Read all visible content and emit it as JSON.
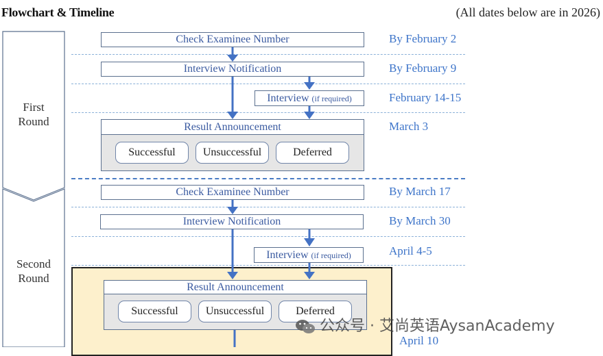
{
  "header": {
    "title": "Flowchart & Timeline",
    "note": "(All dates below are in 2026)"
  },
  "first_round": {
    "label_line1": "First",
    "label_line2": "Round",
    "check": "Check Examinee Number",
    "check_date": "By February 2",
    "notify": "Interview Notification",
    "notify_date": "By February 9",
    "interview": "Interview",
    "interview_note": "(if required)",
    "interview_date": "February 14-15",
    "result": "Result Announcement",
    "result_date": "March 3",
    "outcomes": [
      "Successful",
      "Unsuccessful",
      "Deferred"
    ]
  },
  "second_round": {
    "label_line1": "Second",
    "label_line2": "Round",
    "check": "Check Examinee Number",
    "check_date": "By March 17",
    "notify": "Interview Notification",
    "notify_date": "By March 30",
    "interview": "Interview",
    "interview_note": "(if required)",
    "interview_date": "April 4-5",
    "result": "Result Announcement",
    "result_date": "April 10",
    "outcomes": [
      "Successful",
      "Unsuccessful",
      "Deferred"
    ]
  },
  "watermark": {
    "text": "公众号 · 艾尚英语AysanAcademy",
    "icon": "wechat-icon"
  },
  "colors": {
    "arrow": "#4472c4",
    "date": "#3d74c9",
    "highlight": "#fdf0cc"
  }
}
